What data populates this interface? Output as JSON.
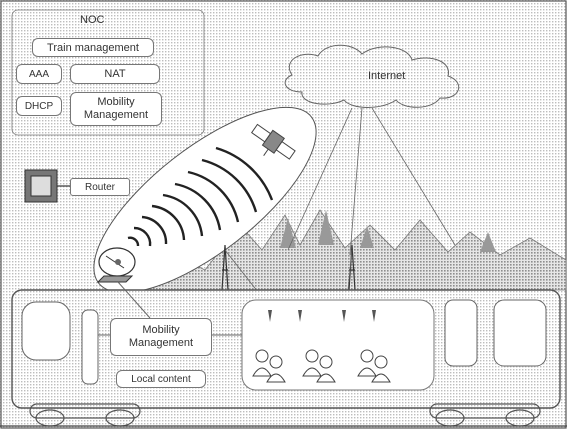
{
  "noc": {
    "title": "NOC",
    "train_management": "Train management",
    "aaa": "AAA",
    "nat": "NAT",
    "dhcp": "DHCP",
    "mobility_management": "Mobility\nManagement"
  },
  "internet": {
    "label": "Internet"
  },
  "router": {
    "label": "Router"
  },
  "train": {
    "mobility_management": "Mobility\nManagement",
    "local_content": "Local content"
  },
  "colors": {
    "line": "#666666",
    "box_border": "#777777",
    "hatch": "#c8c8c8"
  },
  "icons": [
    "satellite-icon",
    "satellite-dish-icon",
    "cell-tower-icon",
    "router-icon",
    "passenger-group-icon",
    "cloud-icon"
  ]
}
